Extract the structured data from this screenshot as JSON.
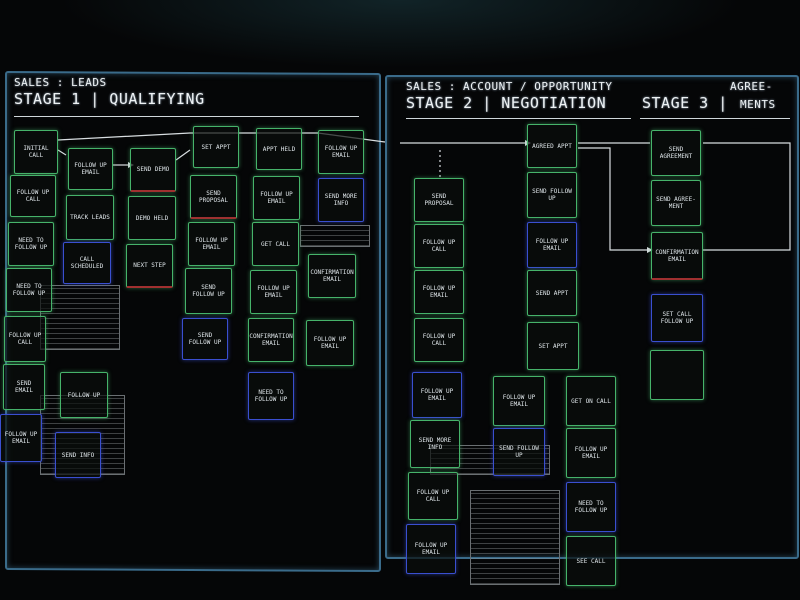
{
  "boards": {
    "left": {
      "subtitle": "SALES : LEADS",
      "title": "STAGE 1 | QUALIFYING"
    },
    "right": {
      "subtitle": "SALES : ACCOUNT / OPPORTUNITY",
      "title": "STAGE 2 | NEGOTIATION",
      "stage3_title": "STAGE 3 |",
      "stage3_suffix_top": "AGREE-",
      "stage3_suffix_bottom": "MENTS"
    }
  },
  "notes": [
    {
      "id": "n1",
      "text": "INITIAL CALL",
      "color": "green"
    },
    {
      "id": "n2",
      "text": "FOLLOW UP EMAIL",
      "color": "green"
    },
    {
      "id": "n3",
      "text": "SEND DEMO",
      "color": "green"
    },
    {
      "id": "n4",
      "text": "SET APPT",
      "color": "green"
    },
    {
      "id": "n5",
      "text": "APPT HELD",
      "color": "green"
    },
    {
      "id": "n6",
      "text": "FOLLOW UP EMAIL",
      "color": "green"
    },
    {
      "id": "n7",
      "text": "FOLLOW UP CALL",
      "color": "green"
    },
    {
      "id": "n8",
      "text": "TRACK LEADS",
      "color": "green"
    },
    {
      "id": "n9",
      "text": "DEMO HELD",
      "color": "green"
    },
    {
      "id": "n10",
      "text": "SEND PROPOSAL",
      "color": "green"
    },
    {
      "id": "n11",
      "text": "FOLLOW UP EMAIL",
      "color": "blue"
    },
    {
      "id": "n12",
      "text": "SEND MORE INFO",
      "color": "green"
    },
    {
      "id": "n13",
      "text": "NEED TO FOLLOW UP",
      "color": "green"
    },
    {
      "id": "n14",
      "text": "CALL SCHEDULED",
      "color": "green"
    },
    {
      "id": "n15",
      "text": "NEXT STEP",
      "color": "green"
    },
    {
      "id": "n16",
      "text": "FOLLOW UP EMAIL",
      "color": "blue"
    },
    {
      "id": "n17",
      "text": "GET CALL",
      "color": "green"
    },
    {
      "id": "n18",
      "text": "NEED TO FOLLOW UP",
      "color": "green"
    },
    {
      "id": "n19",
      "text": "SEND FOLLOW UP",
      "color": "green"
    },
    {
      "id": "n20",
      "text": "FOLLOW UP EMAIL",
      "color": "blue"
    },
    {
      "id": "n21",
      "text": "CONFIRMATION EMAIL",
      "color": "blue"
    },
    {
      "id": "n22",
      "text": "FOLLOW UP CALL",
      "color": "green"
    },
    {
      "id": "n23",
      "text": "SEND FOLLOW UP",
      "color": "green"
    },
    {
      "id": "n24",
      "text": "CONFIRMATION EMAIL",
      "color": "blue"
    },
    {
      "id": "n25",
      "text": "FOLLOW UP EMAIL",
      "color": "blue"
    },
    {
      "id": "n26",
      "text": "SEND EMAIL",
      "color": "blue"
    },
    {
      "id": "n27",
      "text": "FOLLOW UP",
      "color": "green"
    },
    {
      "id": "n28",
      "text": "NEED TO FOLLOW UP",
      "color": "green"
    },
    {
      "id": "n29",
      "text": "FOLLOW UP EMAIL",
      "color": "green"
    },
    {
      "id": "n30",
      "text": "SEND INFO",
      "color": "green"
    },
    {
      "id": "n31",
      "text": "SEND PROPOSAL",
      "color": "green"
    },
    {
      "id": "n32",
      "text": "FOLLOW UP CALL",
      "color": "green"
    },
    {
      "id": "n33",
      "text": "FOLLOW UP EMAIL",
      "color": "blue"
    },
    {
      "id": "n34",
      "text": "FOLLOW UP CALL",
      "color": "green"
    },
    {
      "id": "n35",
      "text": "FOLLOW UP EMAIL",
      "color": "blue"
    },
    {
      "id": "n36",
      "text": "SEND MORE INFO",
      "color": "green"
    },
    {
      "id": "n37",
      "text": "FOLLOW UP CALL",
      "color": "green"
    },
    {
      "id": "n38",
      "text": "FOLLOW UP EMAIL",
      "color": "blue"
    },
    {
      "id": "n39",
      "text": "AGREED APPT",
      "color": "green"
    },
    {
      "id": "n40",
      "text": "SEND FOLLOW UP",
      "color": "green"
    },
    {
      "id": "n41",
      "text": "FOLLOW UP EMAIL",
      "color": "blue"
    },
    {
      "id": "n42",
      "text": "SEND APPT",
      "color": "green"
    },
    {
      "id": "n43",
      "text": "SET APPT",
      "color": "green"
    },
    {
      "id": "n44",
      "text": "FOLLOW UP EMAIL",
      "color": "green"
    },
    {
      "id": "n45",
      "text": "SEND FOLLOW UP",
      "color": "green"
    },
    {
      "id": "n46",
      "text": "GET ON CALL",
      "color": "green"
    },
    {
      "id": "n47",
      "text": "FOLLOW UP EMAIL",
      "color": "blue"
    },
    {
      "id": "n48",
      "text": "NEED TO FOLLOW UP",
      "color": "green"
    },
    {
      "id": "n49",
      "text": "SEE CALL",
      "color": "green"
    },
    {
      "id": "n50",
      "text": "SEND AGREEMENT",
      "color": "green"
    },
    {
      "id": "n51",
      "text": "SEND AGREE- MENT",
      "color": "green"
    },
    {
      "id": "n52",
      "text": "CONFIRMATION EMAIL",
      "color": "blue"
    },
    {
      "id": "n53",
      "text": "SET CALL FOLLOW UP",
      "color": "green"
    }
  ]
}
